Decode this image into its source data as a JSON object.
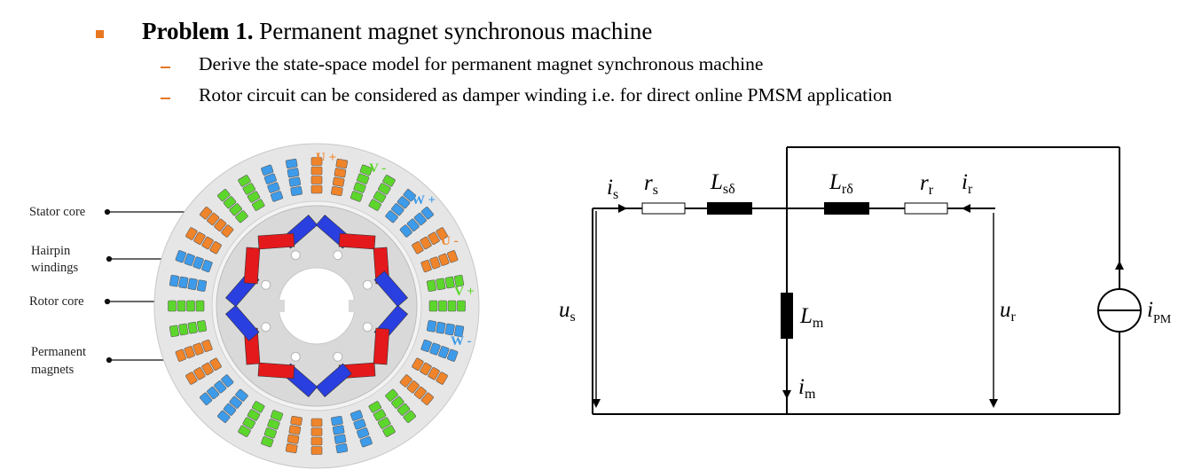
{
  "title": {
    "problem_label": "Problem 1.",
    "problem_text": "Permanent magnet synchronous machine"
  },
  "subpoints": [
    "Derive the state-space model for permanent magnet synchronous machine",
    "Rotor circuit can be considered as damper winding i.e. for direct online PMSM application"
  ],
  "motor_figure": {
    "labels": {
      "stator_core": "Stator core",
      "hairpin_line1": "Hairpin",
      "hairpin_line2": "windings",
      "rotor_core": "Rotor core",
      "magnets_line1": "Permanent",
      "magnets_line2": "magnets"
    },
    "phases": {
      "u_plus": "U +",
      "v_minus": "V -",
      "w_plus": "W +",
      "u_minus": "U -",
      "v_plus": "V +",
      "w_minus": "W -"
    },
    "colors": {
      "phase_u": "#f0842a",
      "phase_v": "#5dd62c",
      "phase_w": "#3d9be9",
      "magnet_red": "#e3191c",
      "magnet_blue": "#2a3fe0",
      "core": "#e6e6e6"
    }
  },
  "circuit": {
    "i_s": {
      "sym": "i",
      "sub": "s"
    },
    "r_s": {
      "sym": "r",
      "sub": "s"
    },
    "L_sd": {
      "sym": "L",
      "sub": "sδ"
    },
    "L_rd": {
      "sym": "L",
      "sub": "rδ"
    },
    "r_r": {
      "sym": "r",
      "sub": "r"
    },
    "i_r": {
      "sym": "i",
      "sub": "r"
    },
    "u_s": {
      "sym": "u",
      "sub": "s"
    },
    "L_m": {
      "sym": "L",
      "sub": "m"
    },
    "i_m": {
      "sym": "i",
      "sub": "m"
    },
    "u_r": {
      "sym": "u",
      "sub": "r"
    },
    "i_PM": {
      "sym": "i",
      "sub": "PM"
    }
  }
}
